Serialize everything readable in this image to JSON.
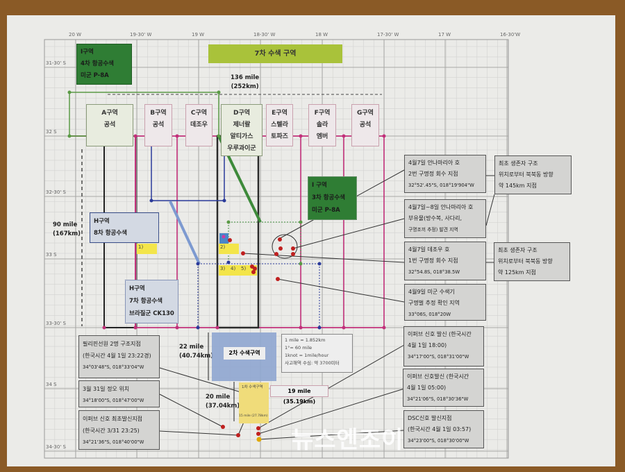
{
  "axes": {
    "longitude": [
      "20 W",
      "19-30' W",
      "19 W",
      "18-30' W",
      "18 W",
      "17-30' W",
      "17 W",
      "16-30'W"
    ],
    "latitude": [
      "31-30' S",
      "32 S",
      "32-30' S",
      "33 S",
      "33-30' S",
      "34 S",
      "34-30' S"
    ]
  },
  "banner": "7차 수색 구역",
  "distance_top": {
    "line1": "136 mile",
    "line2": "(252km)"
  },
  "distance_left": {
    "line1": "90 mile",
    "line2": "(167km)"
  },
  "distance_22": {
    "line1": "22 mile",
    "line2": "(40.74km)"
  },
  "distance_20": {
    "line1": "20 mile",
    "line2": "(37.04km)"
  },
  "distance_19": "19 mile (35.19km)",
  "distance_15": "15 mile (27.78km)",
  "zones": [
    {
      "lines": [
        "A구역",
        "공석"
      ]
    },
    {
      "lines": [
        "B구역",
        "공석"
      ]
    },
    {
      "lines": [
        "C구역",
        "데조우"
      ]
    },
    {
      "lines": [
        "D구역",
        "제너랄",
        "알티가스",
        "우루과이군"
      ]
    },
    {
      "lines": [
        "E구역",
        "스텔라",
        "토파즈"
      ]
    },
    {
      "lines": [
        "F구역",
        "솔라",
        "엠버"
      ]
    },
    {
      "lines": [
        "G구역",
        "공석"
      ]
    }
  ],
  "callouts": {
    "i_zone_4th": [
      "I구역",
      "4차 항공수색",
      "미군 P-8A"
    ],
    "i_zone_3rd": [
      "I 구역",
      "3차 항공수색",
      "미군 P-8A"
    ],
    "h_zone_8th": [
      "H구역",
      "8차 항공수색"
    ],
    "h_zone_7th": [
      "H구역",
      "7차 항공수색",
      "브라질군 CK130"
    ]
  },
  "yellow_markers": [
    "1)",
    "2)",
    "3)",
    "4)",
    "5)"
  ],
  "search_area_2": "2차 수색구역",
  "search_area_1": "1차 수색구역",
  "info": [
    "1 mile = 1.852km",
    "1°= 60 mile",
    "1knot = 1mile/hour",
    "사고해역 수심: 약 3700미터"
  ],
  "right_boxes": [
    [
      "4월7일  안나마리아 호",
      "2번 구명정 회수 지점",
      "32°52'.45\"S, 018°19'904\"W"
    ],
    [
      "최초 생존자 구조",
      "위치로부터 북북동 방향",
      "약 145km 지점"
    ],
    [
      "4월7일~8일  안나마리아 호",
      "부유물(방수복, 사다리,",
      "구명조끼 추정) 발견 지역"
    ],
    [
      "4월7일 데조우 호",
      "1번 구명정 회수 지점",
      "32°54.8S, 018°38.5W"
    ],
    [
      "최초 생존자 구조",
      "위치로부터 북북동 방향",
      "약 125km 지점"
    ],
    [
      "4월9일  미군 수색기",
      "구명벌 추정 확인 지역",
      "33°06S, 018°20W"
    ],
    [
      "이퍼브 신호 발신 (한국시간",
      "4월 1일 18:00)",
      "34°17'00\"S, 018°31'00\"W"
    ],
    [
      "이퍼브 신호발신 (한국시간",
      "4월 1일 05:00)",
      "34°21'06\"S, 018°30'36\"W"
    ],
    [
      "DSC신호 발신지점",
      "(한국시간 4월 1일 03:57)",
      "34°23'00\"S, 018°30'00\"W"
    ]
  ],
  "left_boxes": [
    [
      "필리핀선원 2명 구조지점",
      "(한국시간 4월 1일 23:22경)",
      "34°03'48\"S, 018°33'04\"W"
    ],
    [
      "3월 31일 정오 위치",
      "34°18'00\"S, 018°47'00\"W"
    ],
    [
      "이퍼브 신호 최초발신지점",
      "(한국시간 3/31 23:25)",
      "34°21'36\"S, 018°40'00\"W"
    ]
  ],
  "watermark": "뉴스엔조이",
  "colors": {
    "dark_green": "#2f7d34",
    "banner": "#a9c23a",
    "magenta": "#c2307a",
    "blue": "#2a3a9a",
    "red": "#c0201f",
    "yellow": "#f3e54a"
  }
}
